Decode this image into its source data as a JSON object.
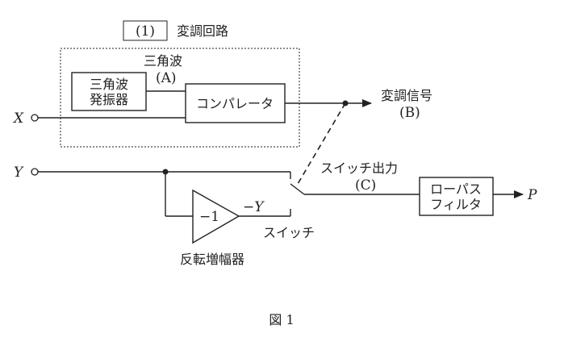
{
  "section": {
    "number": "(1)",
    "title": "変調回路"
  },
  "triangle_signal": {
    "label": "三角波",
    "tag": "(A)"
  },
  "triangle_generator": {
    "line1": "三角波",
    "line2": "発振器"
  },
  "comparator": {
    "label": "コンパレータ"
  },
  "modulated_signal": {
    "label": "変調信号",
    "tag": "(B)"
  },
  "inputs": {
    "x": "X",
    "y": "Y"
  },
  "switch_output": {
    "label": "スイッチ出力",
    "tag": "(C)"
  },
  "inverter": {
    "gain": "−1",
    "output": "−Y",
    "label": "反転増幅器"
  },
  "switch": {
    "label": "スイッチ"
  },
  "lowpass_filter": {
    "line1": "ローパス",
    "line2": "フィルタ"
  },
  "output": {
    "p": "P"
  },
  "figure": {
    "caption": "図 1"
  },
  "colors": {
    "ink": "#222222",
    "background": "#ffffff"
  }
}
